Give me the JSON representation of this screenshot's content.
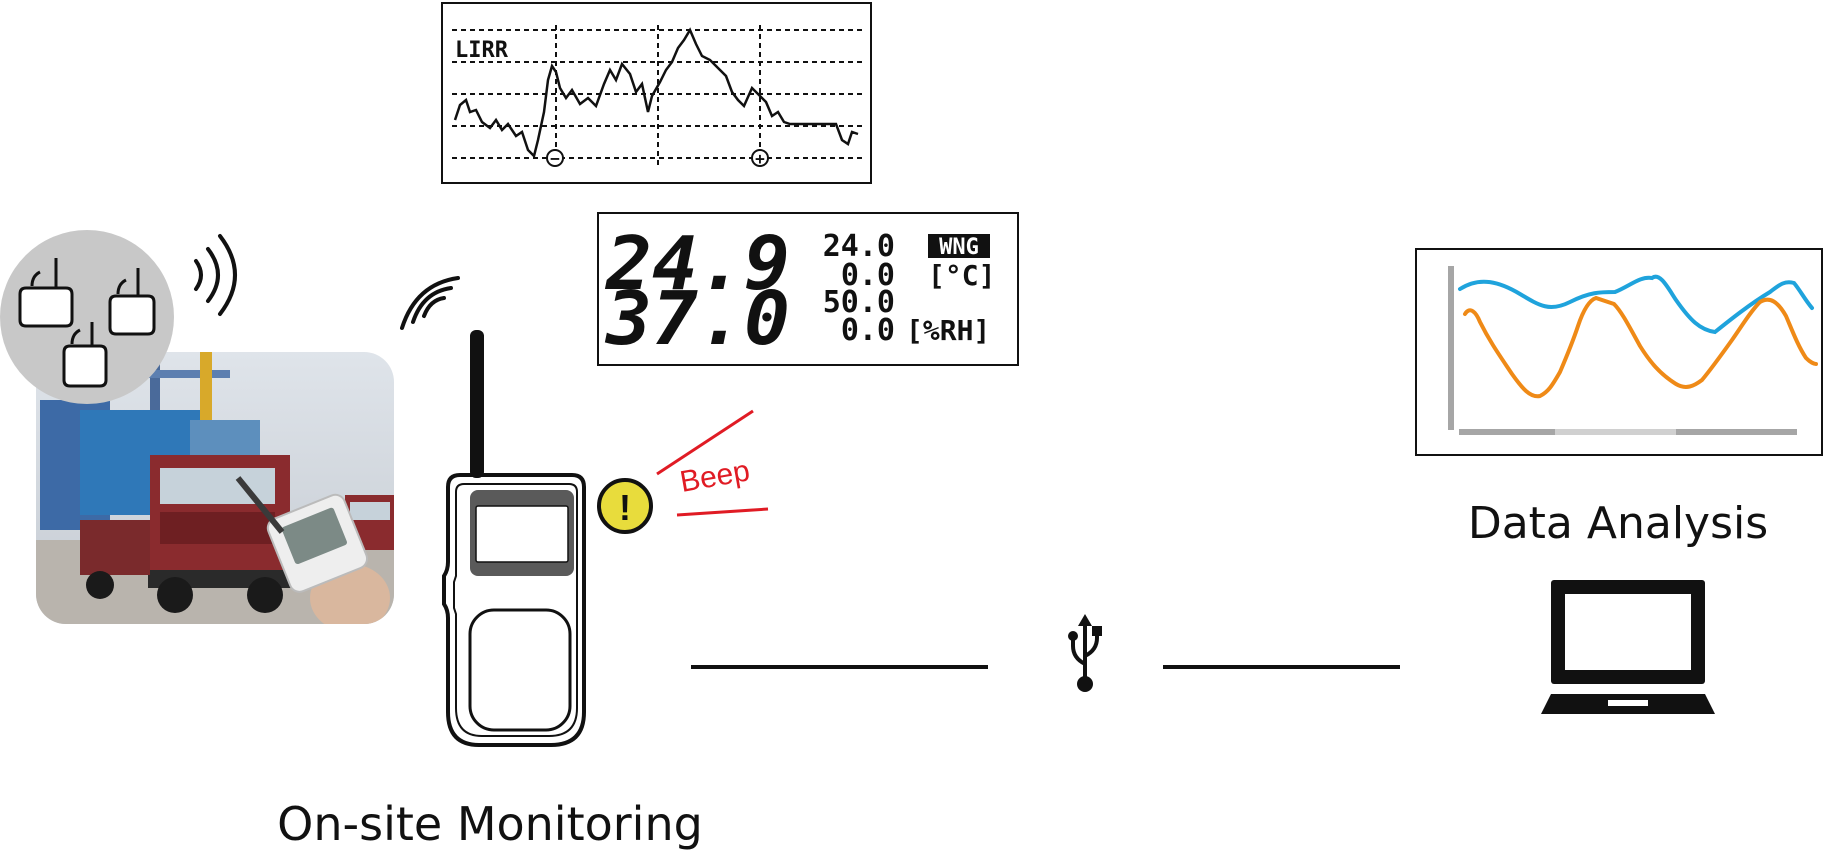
{
  "captions": {
    "on_site": "On-site Monitoring",
    "data_analysis": "Data Analysis"
  },
  "graph_lcd": {
    "mode_label": "LIRR",
    "minus_marker": "−",
    "plus_marker": "+"
  },
  "numeric_lcd": {
    "temperature": "24.9",
    "humidity": "37.0",
    "temp_upper": "24.0",
    "temp_lower": "0.0",
    "hum_upper": "50.0",
    "hum_lower": "0.0",
    "warning_badge": "WNG",
    "temp_unit": "[°C]",
    "hum_unit": "[%RH]"
  },
  "alert": {
    "symbol": "!",
    "sound": "Beep"
  },
  "colors": {
    "line": "#111111",
    "sensor_bubble": "#c8c8c8",
    "alert_fill": "#e8dc3c",
    "beep_red": "#e01b24",
    "series_blue": "#1fa3dc",
    "series_orange": "#ef8a17",
    "axis_gray": "#a6a6a6"
  },
  "icons": {
    "wifi": "wifi-icon",
    "usb": "usb-icon",
    "laptop": "laptop-icon",
    "handheld": "handheld-logger-icon",
    "sensor": "sensor-tag-icon",
    "truck_photo": "truck-photo"
  }
}
